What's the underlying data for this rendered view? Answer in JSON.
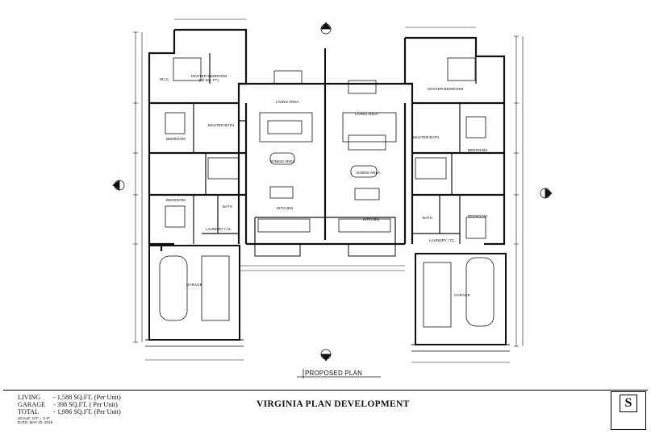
{
  "drawing": {
    "proposed_plan": "PROPOSED PLAN",
    "title": "VIRGINIA PLAN DEVELOPMENT"
  },
  "stats": {
    "living_key": "LIVING",
    "living_val": "-   1,588 SQ.FT.  (Per Unit)",
    "garage_key": "GARAGE",
    "garage_val": "-   398 SQ.FT.  ( Per Unit)",
    "total_key": "TOTAL",
    "total_val": "-   1,986 SQ.FT. (Per Unit)",
    "scale": "SCALE: 1/4\" = 1'-0\"",
    "date": "DATE: MAY 20, 2015"
  },
  "logo": {
    "mark": "S"
  },
  "rooms": {
    "left_master": "MASTER BEDROOM",
    "left_master_area": "(20 SQ. FT.)",
    "left_wic": "W.I.C.",
    "left_master_bath": "MASTER BATH",
    "left_bedroom2": "BEDROOM",
    "left_bedroom3": "BEDROOM",
    "left_bath": "BATH",
    "left_laundry": "LAUNDRY / CL.",
    "left_living": "LIVING AREA",
    "left_dining": "DINING AREA",
    "left_kitchen": "KITCHEN",
    "left_garage": "GARAGE",
    "right_master": "MASTER BEDROOM",
    "right_living": "LIVING AREA",
    "right_master_bath": "MASTER BATH",
    "right_bedroom2": "BEDROOM",
    "right_bedroom3": "BEDROOM",
    "right_bath": "BATH",
    "right_laundry": "LAUNDRY / CL.",
    "right_dining": "DINING AREA",
    "right_kitchen": "KITCHEN",
    "right_garage": "GARAGE"
  }
}
